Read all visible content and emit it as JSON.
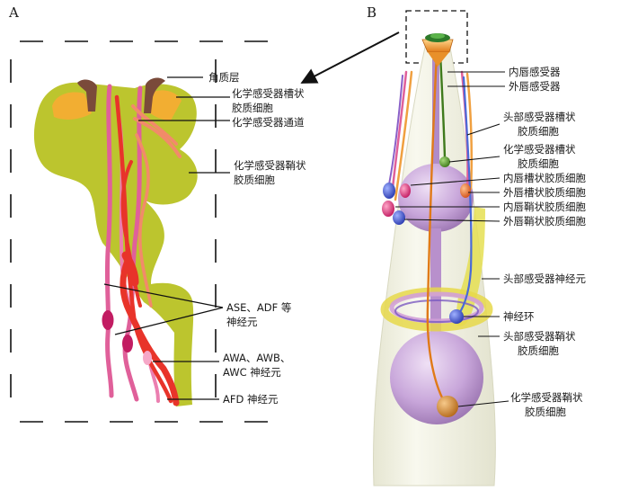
{
  "panel_a": {
    "letter": "A",
    "labels": {
      "cuticle": "角质层",
      "sheath_socket_1": "化学感受器槽状",
      "sheath_socket_2": "胶质细胞",
      "channel": "化学感受器通道",
      "sheath_1": "化学感受器鞘状",
      "sheath_2": "胶质细胞",
      "ase_1": "ASE、ADF 等",
      "ase_2": "神经元",
      "awa_1": "AWA、AWB、",
      "awa_2": "AWC 神经元",
      "afd": "AFD 神经元"
    }
  },
  "panel_b": {
    "letter": "B",
    "labels": {
      "inner_labial_receptor": "内唇感受器",
      "outer_labial_receptor": "外唇感受器",
      "cephalic_socket_1": "头部感受器槽状",
      "cephalic_socket_2": "胶质细胞",
      "amphid_socket_1": "化学感受器槽状",
      "amphid_socket_2": "胶质细胞",
      "il_socket": "内唇槽状胶质细胞",
      "ol_socket": "外唇槽状胶质细胞",
      "il_sheath": "内唇鞘状胶质细胞",
      "ol_sheath": "外唇鞘状胶质细胞",
      "cephalic_neuron": "头部感受器神经元",
      "nerve_ring": "神经环",
      "cephalic_sheath_1": "头部感受器鞘状",
      "cephalic_sheath_2": "胶质细胞",
      "amphid_sheath_1": "化学感受器鞘状",
      "amphid_sheath_2": "胶质细胞"
    }
  },
  "colors": {
    "glia_yellow": "#bcc52e",
    "cuticle_brown": "#7a4a3a",
    "neuron_pink": "#e0609a",
    "neuron_red": "#e8342a",
    "neuron_salmon": "#f28a6a",
    "pharynx_purple": "#c8a8d8",
    "body_cream": "#f1f1e2"
  }
}
